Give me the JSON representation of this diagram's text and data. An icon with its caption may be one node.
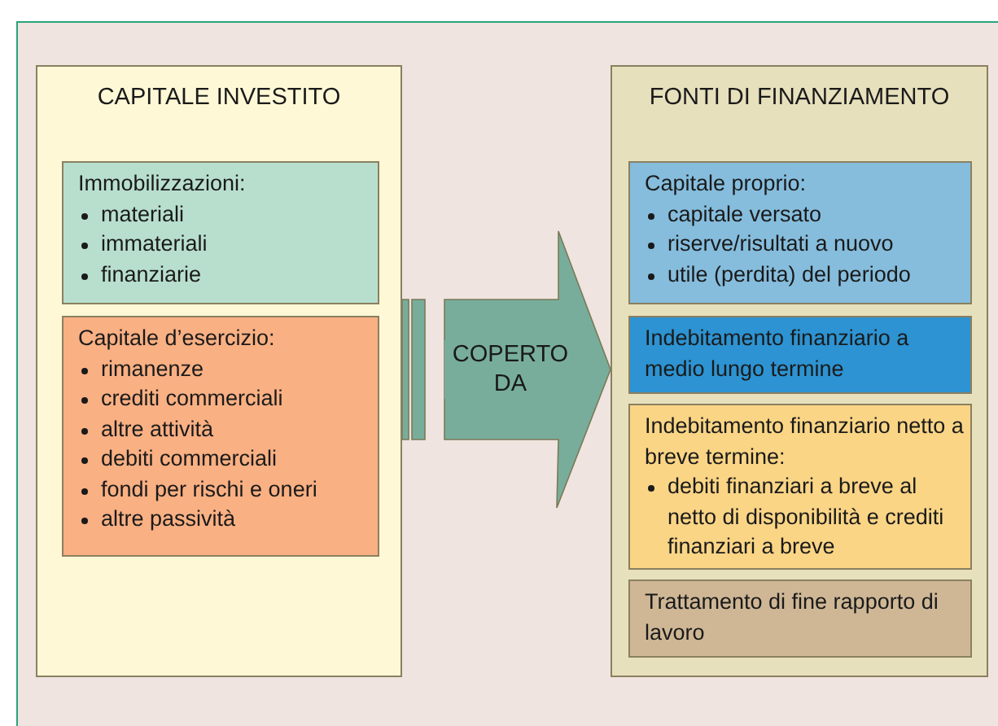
{
  "diagram": {
    "nodes": [
      {
        "text": [
          "CAPITALE INVESTITO"
        ]
      },
      {
        "text": [
          "Immobilizzazioni:",
          "materiali",
          "immateriali",
          "finanziarie"
        ],
        "in": 0
      },
      {
        "text": [
          "Capitale d’esercizio:",
          "rimanenze",
          "crediti commerciali",
          "altre attività",
          "debiti commerciali",
          "fondi per rischi e oneri",
          "altre passività"
        ],
        "in": 0
      },
      {
        "text": [
          "FONTI DI FINANZIAMENTO"
        ]
      },
      {
        "text": [
          "Capitale proprio:",
          "capitale versato",
          "riserve/risultati a nuovo",
          "utile (perdita) del periodo"
        ],
        "in": 3
      },
      {
        "text": [
          "Indebitamento finanziario a medio lungo termine"
        ],
        "in": 3
      },
      {
        "text": [
          "Indebitamento finanziario netto a breve termine:",
          "debiti finanziari a breve al netto di disponibilità e crediti finanziari a breve"
        ],
        "in": 3
      },
      {
        "text": [
          "Trattamento di fine rapporto di lavoro"
        ],
        "in": 3
      }
    ],
    "edges": [
      {
        "from": 0,
        "to": 3,
        "arrow": "to",
        "label": "COPERTO DA"
      }
    ]
  }
}
